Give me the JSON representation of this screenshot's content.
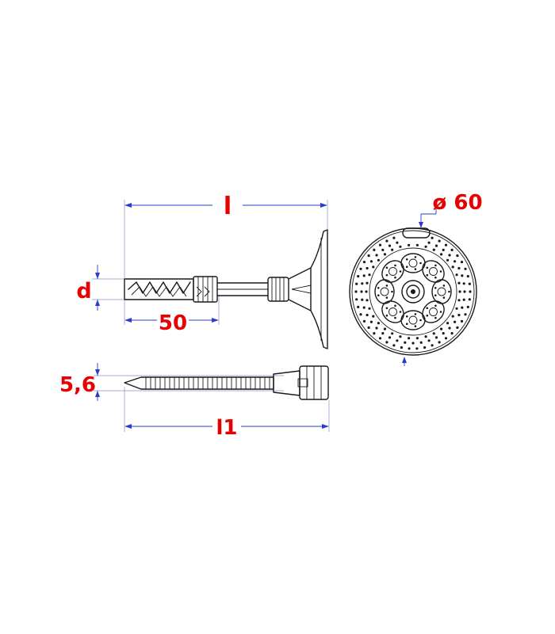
{
  "labels": {
    "length": "l",
    "diameter": "d",
    "expansion_zone": "50",
    "pin_diameter": "5,6",
    "pin_length": "l1",
    "plate_diameter": "ø 60"
  }
}
